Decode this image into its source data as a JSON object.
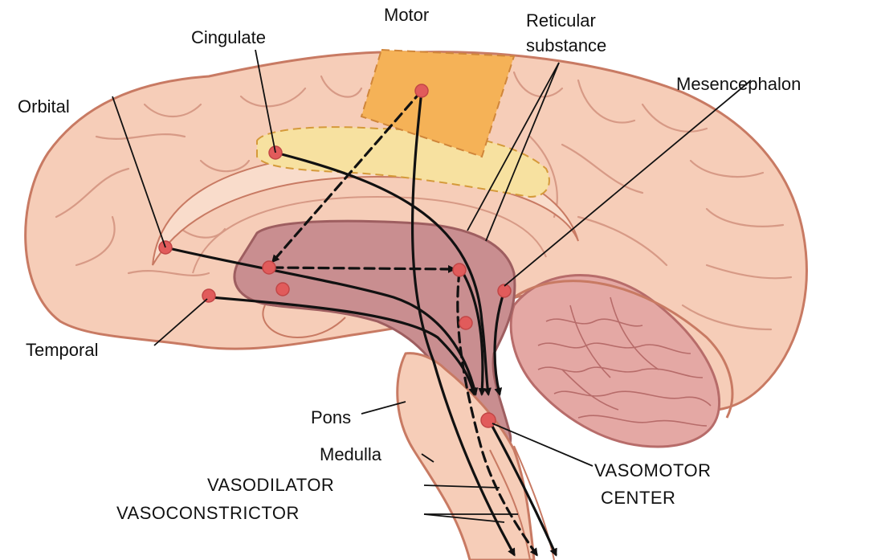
{
  "labels": {
    "motor": "Motor",
    "reticular_line1": "Reticular",
    "reticular_line2": "substance",
    "cingulate": "Cingulate",
    "orbital": "Orbital",
    "mesencephalon": "Mesencephalon",
    "temporal": "Temporal",
    "pons": "Pons",
    "medulla": "Medulla",
    "vasodilator": "VASODILATOR",
    "vasoconstrictor": "VASOCONSTRICTOR",
    "vasomotor_line1": "VASOMOTOR",
    "vasomotor_line2": "CENTER"
  },
  "colors": {
    "cortex": "#f6cdb8",
    "cortex_outline": "#c87a63",
    "gyri_line": "#d79a86",
    "motor_area": "#f5b257",
    "cingulate_area": "#f7e1a0",
    "brainstem": "#c98e90",
    "brainstem_outline": "#9e5e60",
    "cerebellum": "#e4a8a4",
    "nucleus": "#e15b5b",
    "pathway": "#111111"
  }
}
